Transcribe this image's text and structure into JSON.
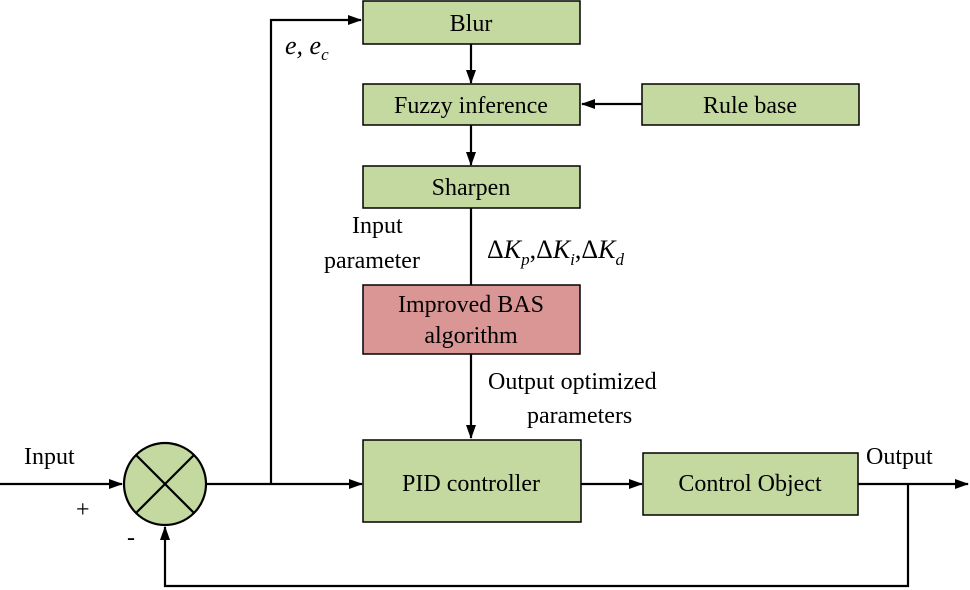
{
  "blocks": {
    "blur": "Blur",
    "fuzzy": "Fuzzy inference",
    "rule": "Rule base",
    "sharpen": "Sharpen",
    "bas_line1": "Improved BAS",
    "bas_line2": "algorithm",
    "pid": "PID controller",
    "plant": "Control Object"
  },
  "labels": {
    "input": "Input",
    "output": "Output",
    "plus": "+",
    "minus": "-",
    "error_signals": "e, e",
    "error_sub": "c",
    "input_param_line1": "Input",
    "input_param_line2": "parameter",
    "output_opt_line1": "Output optimized",
    "output_opt_line2": "parameters"
  },
  "gain_labels": {
    "delta": "Δ",
    "k": "K",
    "subs": [
      "p",
      "i",
      "d"
    ],
    "sep": ","
  },
  "colors": {
    "block_fill": "#c4d9a0",
    "highlight_fill": "#d99694",
    "stroke": "#000000"
  }
}
